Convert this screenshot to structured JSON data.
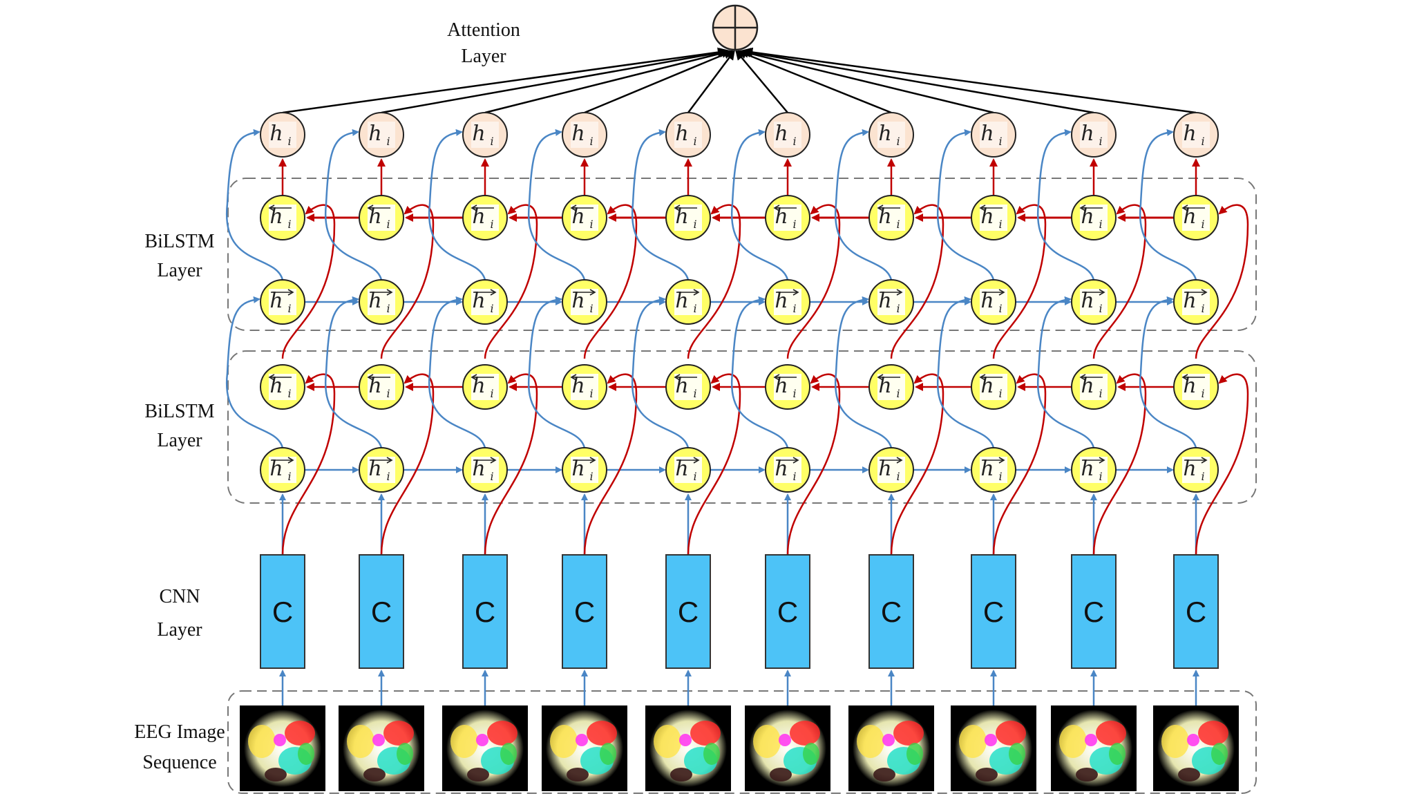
{
  "labels": {
    "attention": [
      "Attention",
      "Layer"
    ],
    "bilstm_top": [
      "BiLSTM",
      "Layer"
    ],
    "bilstm_bottom": [
      "BiLSTM",
      "Layer"
    ],
    "cnn": [
      "CNN",
      "Layer"
    ],
    "eeg": [
      "EEG Image",
      "Sequence"
    ]
  },
  "cnn_cell_text": "C",
  "hidden_symbol": "h",
  "hidden_subscript": "i",
  "attention_symbol": "⊕",
  "timesteps": 10,
  "colors": {
    "cnn_fill": "#4DC3F7",
    "lstm_fill": "#FFFF66",
    "attn_fill": "#FBE3D0",
    "forward_arrow": "#4A86C5",
    "backward_arrow": "#C00000",
    "attention_arrow": "#000000",
    "dashed_box": "#777777"
  },
  "icons": {
    "attention": "circle-plus-icon",
    "eeg_image": "eeg-topomap-image"
  }
}
